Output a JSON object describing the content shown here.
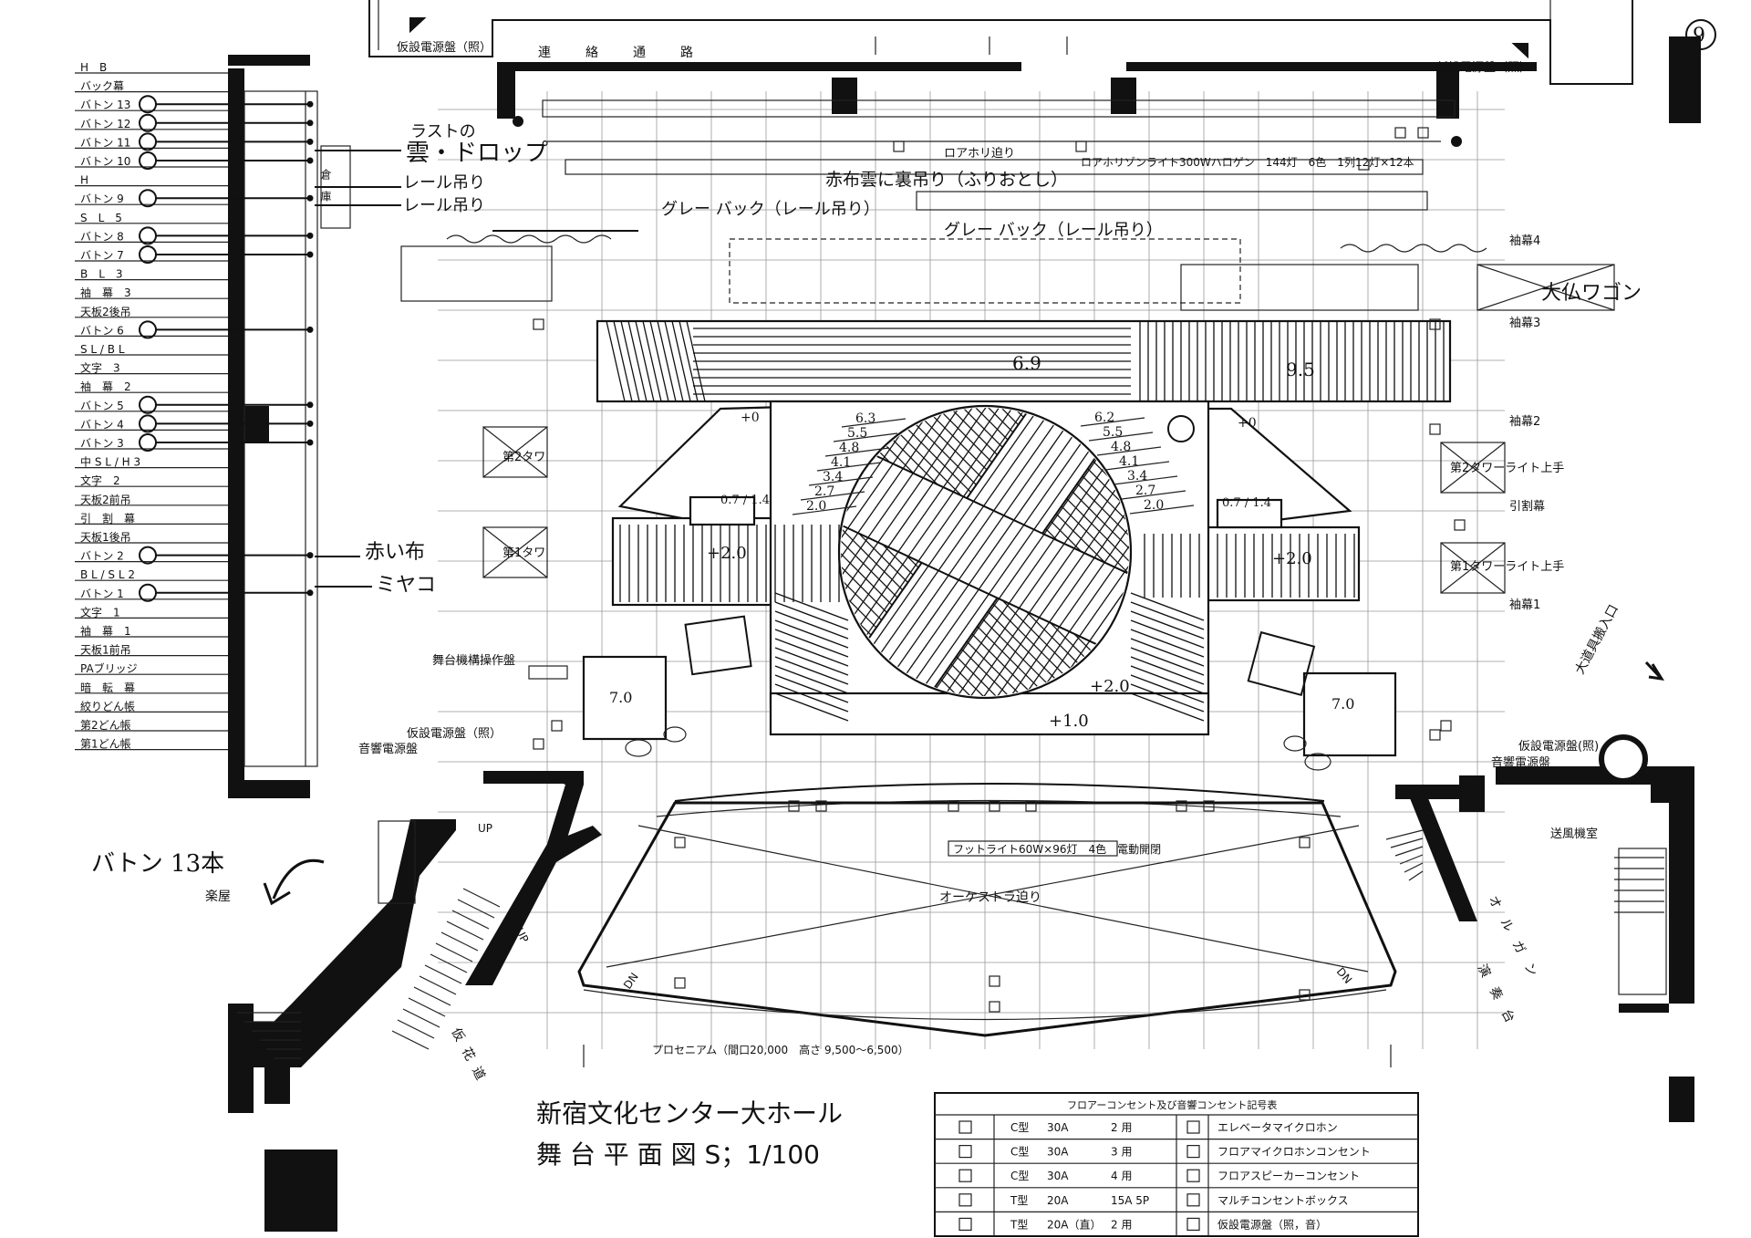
{
  "page_number": "9",
  "title": {
    "line1": "新宿文化センター大ホール",
    "line2": "舞 台 平 面 図 S；1/100"
  },
  "top": {
    "corridor": "連　絡　通　路",
    "panel_left": "仮設電源盤（照）",
    "panel_right": "仮設電源盤（照）",
    "lower_horizon_label": "ロアホリ迫り",
    "lower_horizon_light": "ロアホリゾンライト300Wハロゲン　144灯　6色　1列12灯×12本"
  },
  "batten_list": [
    "H　B",
    "バック幕",
    "バトン 13",
    "バトン 12",
    "バトン 11",
    "バトン 10",
    "H",
    "バトン 9",
    "S　L　5",
    "バトン 8",
    "バトン 7",
    "B　L　3",
    "袖　幕　3",
    "天板2後吊",
    "バトン 6",
    "S L / B L",
    "文字　3",
    "袖　幕　2",
    "バトン 5",
    "バトン 4",
    "バトン 3",
    "中 S L / H 3",
    "文字　2",
    "天板2前吊",
    "引　割　幕",
    "天板1後吊",
    "バトン 2",
    "B L / S L 2",
    "バトン 1",
    "文字　1",
    "袖　幕　1",
    "天板1前吊",
    "PAブリッジ",
    "暗　転　幕",
    "絞りどん帳",
    "第2どん帳",
    "第1どん帳"
  ],
  "batten_circled": [
    "13",
    "12",
    "11",
    "10",
    "9",
    "8",
    "7",
    "6",
    "5",
    "4",
    "3",
    "2",
    "1"
  ],
  "handwritten": {
    "last_cloud_1": "ラストの",
    "last_cloud_2": "雲・ドロップ",
    "rail_1": "レール吊り",
    "rail_2": "レール吊り",
    "red_cloth": "赤布雲に裏吊り（ふりおとし）",
    "grey_back_1": "グレー バック（レール吊り）",
    "grey_back_2": "グレー バック（レール吊り）",
    "big_wagon": "大仏ワゴン",
    "akai_nuno": "赤い布",
    "miyako": "ミヤコ",
    "batten_count": "バトン 13本",
    "riser_center": "6.9",
    "riser_right": "9.5",
    "plus_left": "+0",
    "plus_right": "+0",
    "heights_left": [
      "6.3",
      "5.5",
      "4.8",
      "4.1",
      "3.4",
      "2.7",
      "2.0"
    ],
    "heights_right": [
      "6.2",
      "5.5",
      "4.8",
      "4.1",
      "3.4",
      "2.7",
      "2.0"
    ],
    "small_left": "0.7 / 1.4",
    "small_right": "0.7 / 1.4",
    "left_arm": "+2.0",
    "right_arm": "+2.0",
    "center_low": "+2.0",
    "front_edge": "+1.0",
    "left_box": "7.0",
    "right_box": "7.0"
  },
  "labels": {
    "wing_4": "袖幕4",
    "wing_3": "袖幕3",
    "wing_2": "袖幕2",
    "wing_1": "袖幕1",
    "tower2_left": "第2タワ",
    "tower1_left": "第1タワ",
    "tower2_right": "第2タワーライト上手",
    "tower1_right": "第1タワーライト上手",
    "hikiwari": "引割幕",
    "storage": "倉　庫",
    "stage_mech": "舞台機構操作盤",
    "temp_panel_left": "仮設電源盤（照）",
    "sound_panel_left": "音響電源盤",
    "temp_panel_right": "仮設電源盤(照)",
    "sound_panel_right": "音響電源盤",
    "ventilation": "送風機室",
    "large_prop_entrance": "大道具搬入口",
    "dressing_room": "楽屋",
    "footlight": "フットライト60W×96灯　4色　電動開閉",
    "orchestra_lift": "オーケストラ迫り",
    "proscenium": "プロセニアム（間口20,000　高さ 9,500〜6,500）",
    "hanamichi": "仮花道",
    "organ": "オルガン",
    "organ_platform": "演奏台",
    "up_1": "UP",
    "up_2": "UP",
    "dn_1": "DN",
    "dn_2": "DN",
    "dn_3": "DN"
  },
  "legend": {
    "title": "フロアーコンセント及び音響コンセント記号表",
    "rows": [
      {
        "type": "C型",
        "amp": "30A",
        "use": "2 用",
        "desc": "エレベータマイクロホン"
      },
      {
        "type": "C型",
        "amp": "30A",
        "use": "3 用",
        "desc": "フロアマイクロホンコンセント"
      },
      {
        "type": "C型",
        "amp": "30A",
        "use": "4 用",
        "desc": "フロアスピーカーコンセント"
      },
      {
        "type": "T型",
        "amp": "20A",
        "use": "15A 5P",
        "desc": "マルチコンセントボックス"
      },
      {
        "type": "T型",
        "amp": "20A（直）",
        "use": "2 用",
        "desc": "仮設電源盤（照，音）"
      }
    ]
  }
}
